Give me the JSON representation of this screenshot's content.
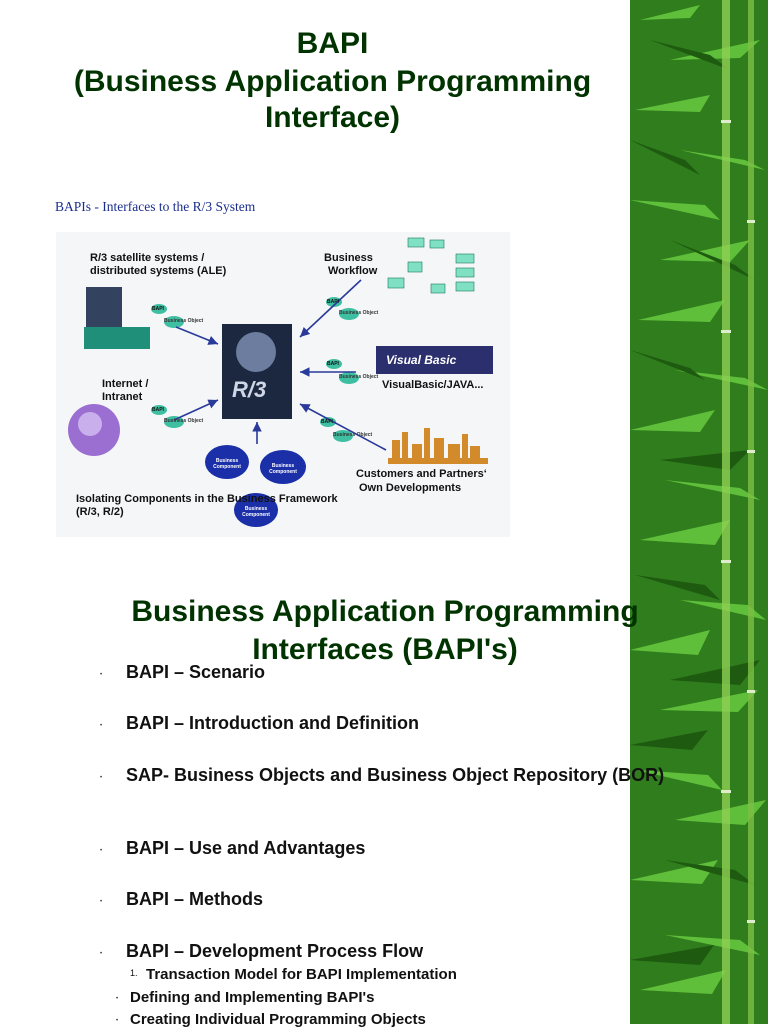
{
  "slide1": {
    "title_line1": "BAPI",
    "title_line2": "(Business Application Programming",
    "title_line3": "Interface)",
    "diagram": {
      "heading": "BAPIs - Interfaces to the R/3 System",
      "label_satellite_1": "R/3 satellite systems /",
      "label_satellite_2": "distributed systems (ALE)",
      "label_workflow_1": "Business",
      "label_workflow_2": "Workflow",
      "label_internet_1": "Internet /",
      "label_internet_2": "Intranet",
      "label_vb_logo": "Visual Basic",
      "label_vb": "VisualBasic/JAVA...",
      "label_customers_1": "Customers and Partners‘",
      "label_customers_2": "Own Developments",
      "label_isolating_1": "Isolating Components in the Business Framework",
      "label_isolating_2": "(R/3, R/2)",
      "center_label": "R/3",
      "bapi_tag": "BAPI",
      "bus_obj": "Business Object",
      "bus_comp": "Business Component"
    }
  },
  "slide2": {
    "title_line1": "Business Application Programming",
    "title_line2": "Interfaces (BAPI's)",
    "bullet_symbol": "•",
    "bullets": [
      "BAPI – Scenario",
      "BAPI – Introduction and Definition",
      "SAP- Business Objects and Business Object Repository (BOR)",
      "BAPI – Use  and Advantages",
      "BAPI – Methods",
      "BAPI – Development Process Flow"
    ],
    "sub_num": "1.",
    "sub_items": [
      "Transaction Model for BAPI Implementation",
      "Defining and Implementing BAPI's",
      "Creating Individual Programming Objects"
    ]
  },
  "colors": {
    "title_green": "#003300",
    "diagram_blue": "#1a2e8c",
    "bamboo": "#2e8b1e"
  }
}
